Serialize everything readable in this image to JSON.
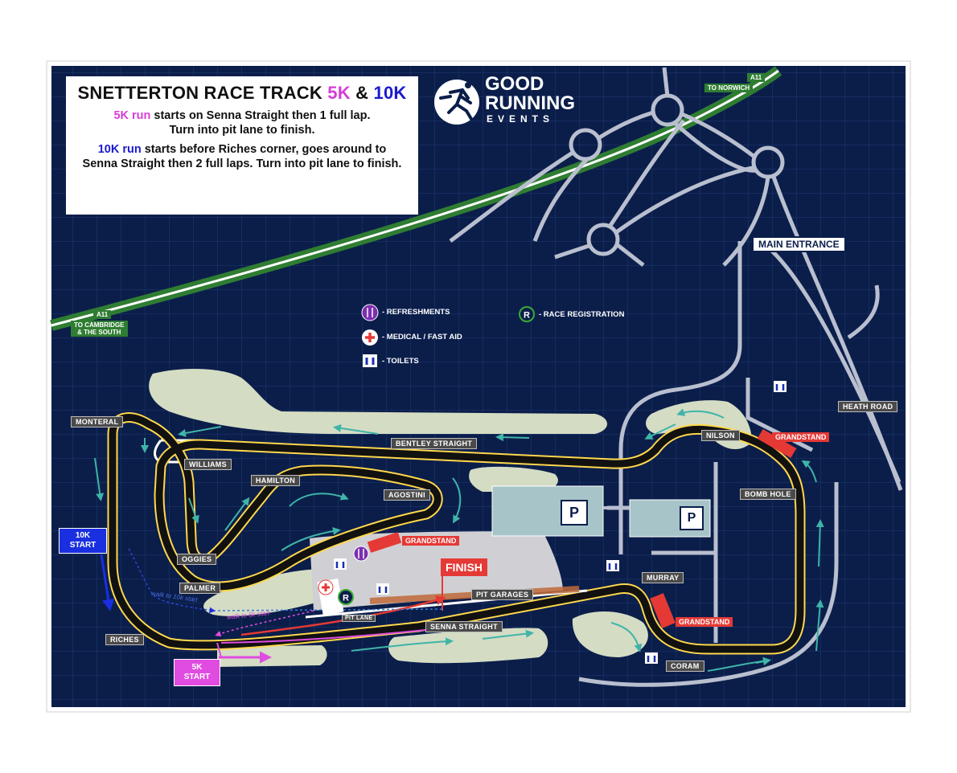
{
  "title": {
    "main": "SNETTERTON RACE TRACK",
    "k5": "5K",
    "amp": "&",
    "k10": "10K"
  },
  "description": {
    "k5_run": "5K run",
    "k5_text_1": " starts on Senna Straight then 1 full lap.",
    "k5_text_2": "Turn into pit lane to finish.",
    "k10_run": "10K run",
    "k10_text_1": " starts before Riches corner, goes around to",
    "k10_text_2": "Senna Straight then 2 full laps. Turn into pit lane to finish."
  },
  "logo": {
    "line1": "GOOD",
    "line2": "RUNNING",
    "line3": "EVENTS",
    "icon": "runner-icon"
  },
  "roads": {
    "a11_north_code": "A11",
    "a11_north_dest": "TO NORWICH",
    "a11_south_code": "A11",
    "a11_south_dest_1": "TO CAMBRIDGE",
    "a11_south_dest_2": "& THE SOUTH",
    "main_entrance": "MAIN ENTRANCE",
    "heath_road": "HEATH ROAD"
  },
  "legend": {
    "refreshments": "- REFRESHMENTS",
    "medical": "- MEDICAL / FAST AID",
    "toilets": "- TOILETS",
    "registration": "- RACE REGISTRATION",
    "registration_symbol": "R"
  },
  "corners": {
    "monteral": "MONTERAL",
    "williams": "WILLIAMS",
    "hamilton": "HAMILTON",
    "agostini": "AGOSTINI",
    "bentley": "BENTLEY STRAIGHT",
    "oggies": "OGGIES",
    "palmer": "PALMER",
    "riches": "RICHES",
    "senna": "SENNA STRAIGHT",
    "pit_garages": "PIT GARAGES",
    "pit_lane": "PIT LANE",
    "nilson": "NILSON",
    "bomb_hole": "BOMB HOLE",
    "murray": "MURRAY",
    "coram": "CORAM"
  },
  "facilities": {
    "grandstand_1": "GRANDSTAND",
    "grandstand_2": "GRANDSTAND",
    "grandstand_3": "GRANDSTAND",
    "finish": "FINISH",
    "parking_1": "P",
    "parking_2": "P",
    "registration_symbol": "R"
  },
  "starts": {
    "k10_line1": "10K",
    "k10_line2": "START",
    "k5_line1": "5K",
    "k5_line2": "START",
    "walk_10k": "walk to 10k start",
    "walk_5k": "walk to 5k start"
  },
  "colors": {
    "background": "#0b1e4a",
    "grid": "#1f3a72",
    "track": "#111111",
    "track_edge": "#ffd84d",
    "road": "#b9bfcf",
    "infield": "#d4dcc4",
    "parking": "#a7c4c9",
    "k5": "#d63fd6",
    "k10": "#1a1ad0",
    "red": "#e53935",
    "arrow": "#3fb4a8",
    "a11": "#2f7d32"
  }
}
